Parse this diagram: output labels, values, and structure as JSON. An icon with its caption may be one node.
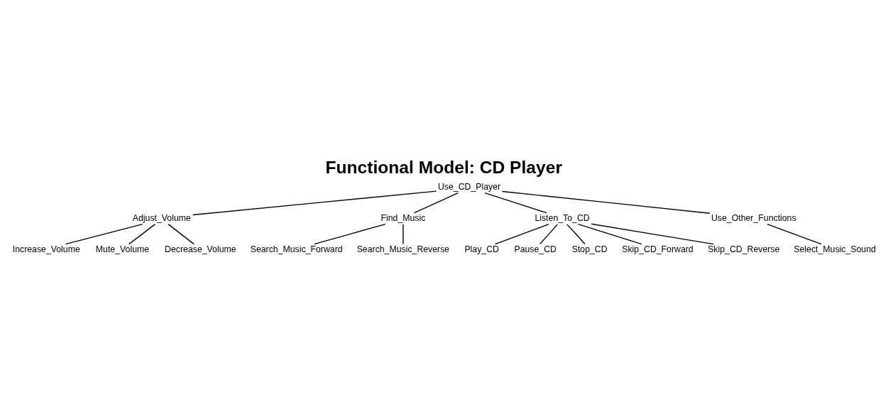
{
  "diagram": {
    "title": "Functional Model: CD Player",
    "nodes": [
      {
        "text": [
          "Use_CD_Player"
        ]
      },
      {
        "text": [
          "Adjust_Volume"
        ]
      },
      {
        "text": [
          "Find_Music"
        ]
      },
      {
        "text": [
          "Increase_Volume"
        ]
      },
      {
        "text": [
          "Mute_Volume"
        ]
      },
      {
        "text": [
          "Search_Music_Forward"
        ]
      },
      {
        "text": [
          "Decrease_Volume"
        ]
      },
      {
        "text": [
          "Search_Music_Reverse"
        ]
      },
      {
        "text": [
          "Listen_To_CD"
        ]
      },
      {
        "text": [
          "Use_Other_Functions"
        ]
      },
      {
        "text": [
          "Play_CD"
        ]
      },
      {
        "text": [
          "Pause_CD"
        ]
      },
      {
        "text": [
          "Stop_CD"
        ]
      },
      {
        "text": [
          "Skip_CD_Forward"
        ]
      },
      {
        "text": [
          "Skip_CD_Reverse"
        ]
      },
      {
        "text": [
          "Select_Music_Sound"
        ]
      }
    ],
    "edges": [
      {
        "from": 0,
        "to": 8,
        "arrow": "none"
      },
      {
        "from": 0,
        "to": 2,
        "arrow": "none"
      },
      {
        "from": 0,
        "to": 9,
        "arrow": "none"
      },
      {
        "from": 0,
        "to": 1,
        "arrow": "none"
      },
      {
        "from": 1,
        "to": 3,
        "arrow": "none"
      },
      {
        "from": 1,
        "to": 6,
        "arrow": "none"
      },
      {
        "from": 1,
        "to": 4,
        "arrow": "none"
      },
      {
        "from": 2,
        "to": 5,
        "arrow": "none"
      },
      {
        "from": 2,
        "to": 7,
        "arrow": "none"
      },
      {
        "from": 8,
        "to": 10,
        "arrow": "none"
      },
      {
        "from": 8,
        "to": 13,
        "arrow": "none"
      },
      {
        "from": 8,
        "to": 12,
        "arrow": "none"
      },
      {
        "from": 8,
        "to": 14,
        "arrow": "none"
      },
      {
        "from": 8,
        "to": 11,
        "arrow": "none"
      },
      {
        "from": 9,
        "to": 15,
        "arrow": "none"
      }
    ]
  }
}
